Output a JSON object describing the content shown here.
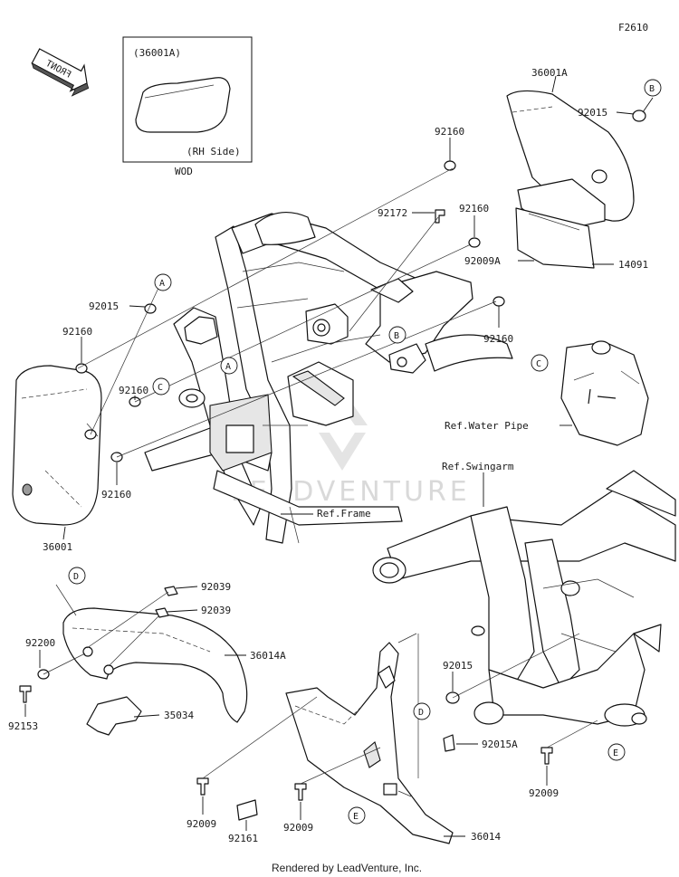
{
  "figure_code": "F2610",
  "front_label": "FRONT",
  "inset": {
    "title": "(36001A)",
    "side": "(RH Side)",
    "variant": "WOD"
  },
  "watermark": "LEADVENTURE",
  "footer": "Rendered by LeadVenture, Inc.",
  "refs": {
    "water_pipe": "Ref.Water Pipe",
    "swingarm": "Ref.Swingarm",
    "frame": "Ref.Frame"
  },
  "callouts": {
    "a": "A",
    "b": "B",
    "c": "C",
    "d": "D",
    "e": "E"
  },
  "parts": {
    "p36001A": "36001A",
    "p92015_b": "92015",
    "p92160_top": "92160",
    "p92172": "92172",
    "p92160_mid": "92160",
    "p92009A": "92009A",
    "p14091": "14091",
    "p92160_right": "92160",
    "p92015_a": "92015",
    "p92160_left": "92160",
    "p92160_c": "92160",
    "p92160_low": "92160",
    "p36001": "36001",
    "p92039_1": "92039",
    "p92039_2": "92039",
    "p92200": "92200",
    "p36014A": "36014A",
    "p92153": "92153",
    "p35034": "35034",
    "p92015_d": "92015",
    "p92015A": "92015A",
    "p92009_left": "92009",
    "p92161": "92161",
    "p92009_mid": "92009",
    "p36014": "36014",
    "p92009_right": "92009"
  }
}
